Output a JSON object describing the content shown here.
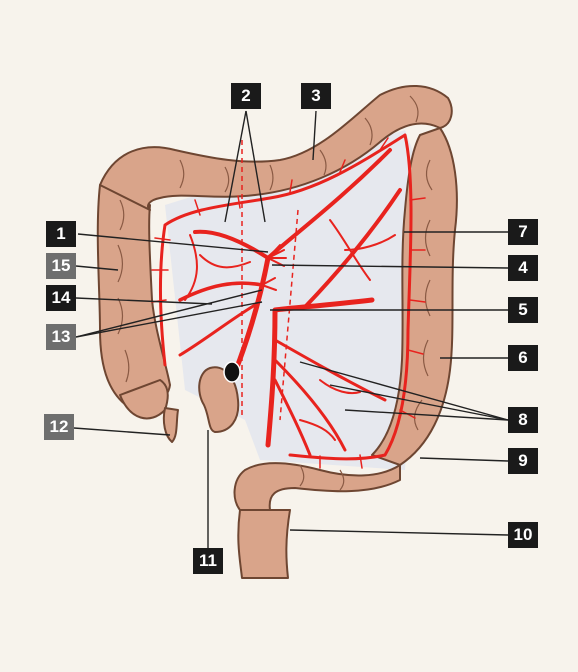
{
  "colors": {
    "background": "#f7f3ec",
    "colon": "#d9a48a",
    "colon_outline": "#6e4632",
    "mesentery": "#e6e8ee",
    "artery": "#e8231e",
    "label_dark": "#1a1a1a",
    "label_grey": "#6e6e6e",
    "leader": "#222222"
  },
  "labels": [
    {
      "id": "1",
      "text": "1"
    },
    {
      "id": "2",
      "text": "2"
    },
    {
      "id": "3",
      "text": "3"
    },
    {
      "id": "4",
      "text": "4"
    },
    {
      "id": "5",
      "text": "5"
    },
    {
      "id": "6",
      "text": "6"
    },
    {
      "id": "7",
      "text": "7"
    },
    {
      "id": "8",
      "text": "8"
    },
    {
      "id": "9",
      "text": "9"
    },
    {
      "id": "10",
      "text": "10"
    },
    {
      "id": "11",
      "text": "11"
    },
    {
      "id": "12",
      "text": "12"
    },
    {
      "id": "13",
      "text": "13"
    },
    {
      "id": "14",
      "text": "14"
    },
    {
      "id": "15",
      "text": "15"
    }
  ]
}
